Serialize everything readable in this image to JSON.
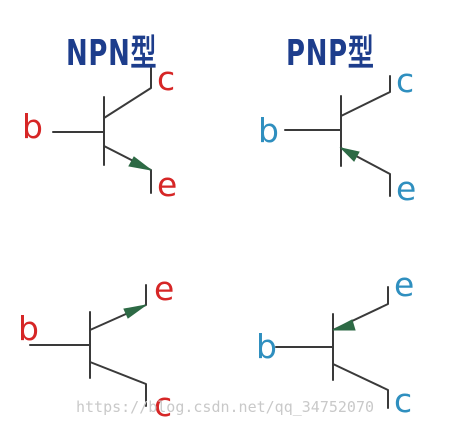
{
  "titles": {
    "npn": "NPN型",
    "pnp": "PNP型"
  },
  "pin_labels": {
    "base": "b",
    "collector": "c",
    "emitter": "e"
  },
  "watermark": "https://blog.csdn.net/qq_34752070",
  "colors": {
    "npn": "#d62626",
    "pnp": "#2f8fbf",
    "title": "#1d3d8c",
    "wire": "#3a3a3a",
    "arrow": "#2d6a45"
  }
}
